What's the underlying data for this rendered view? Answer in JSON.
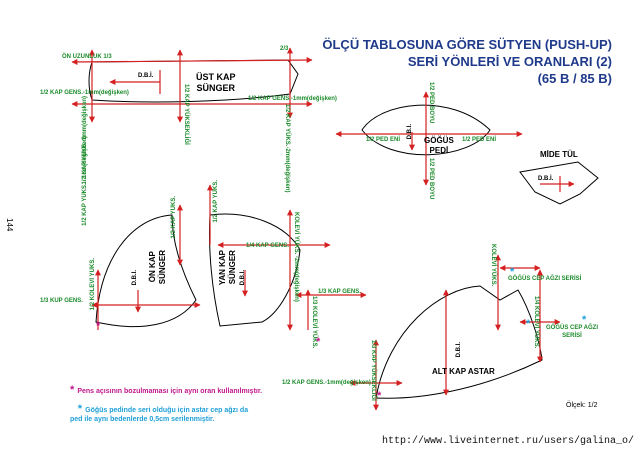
{
  "page_number": "144",
  "title": {
    "line1": "ÖLÇÜ TABLOSUNA GÖRE SÜTYEN (PUSH-UP)",
    "line2": "SERİ YÖNLERİ VE ORANLARI (2)",
    "line3": "(65 B  /  85 B)"
  },
  "pieces": {
    "ust_kap": "ÜST KAP\nSÜNGER",
    "gogus_pedi": "GÖĞÜS\nPEDİ",
    "mide_tul": "MİDE TÜL",
    "on_kap": "ÖN KAP\nSÜNGER",
    "yan_kap": "YAN KAP\nSÜNGER",
    "alt_kap": "ALT KAP ASTAR"
  },
  "dbi": "D.B.İ.",
  "labels": {
    "on_uzunluk": "ÖN UZUNLUK 1/3",
    "two_thirds": "2/3",
    "kap_gens_left": "1/2 KAP GENS.-1mm(değişken)",
    "kap_gens_right": "1/2 KAP GENS.-1mm(değişken)",
    "kap_yuk": "1/2 KAP YÜKS.-1mm(değişken)",
    "kap_yuksekligi": "1/2 KAP YÜKSEKLİĞİ",
    "kap_yuks_2mm": "1/2 KAP YÜKS.-2mm(değişken)",
    "ped_boyu_top": "1/2 PED BOYU",
    "ped_boyu_bottom": "1/2 PED BOYU",
    "ped_eni_left": "1/2 PED ENİ",
    "ped_eni_right": "1/2 PED ENİ",
    "on_kap_yuks": "1/2 KAP YÜKS.",
    "kolevi_yuks_left": "1/2 KOLEVİ YÜKS.",
    "kup_gens": "1/3 KUP GENS.",
    "kap_yuks_1cm": "1/2 KAP YÜKS. - 1cm(değişken)",
    "yan_kap_yuks": "1/2 KAP YÜKS.",
    "kolevi_yuks_2mm": "KOLEVİ YÜKS. -2mm(değişken)",
    "quarter_kap_gens": "1/4 KAP GENS.",
    "kap_gens_3": "1/3 KAP GENS.",
    "kolevi_yuks_3": "1/3 KOLEVİ YÜKS.",
    "kolevi_yuks_alt": "KOLEVİ YÜKS.",
    "gogus_cep_1": "GÖĞÜS CEP AĞZI SERİSİ",
    "kolevi_yuks_q": "1/4 KOLEVİ YÜKS.",
    "gogus_cep_2": "GÖĞÜS CEP AĞZI\nSERİSİ",
    "alt_kap_yuks": "1/3 KAP YÜKSEKLİĞİ",
    "alt_kap_gens": "1/2 KAP GENS.-1mm(değişken)"
  },
  "notes": {
    "magenta": "Pens açısının bozulmaması için aynı oran kullanılmıştır.",
    "cyan": "Göğüs pedinde seri olduğu için astar cep ağzı da\nped ile aynı bedenlerde 0,5cm serilenmiştir."
  },
  "scale": "Ölçek: 1/2",
  "watermark": "http://www.liveinternet.ru/users/galina_o/",
  "colors": {
    "title": "#1f3a8a",
    "label": "#1a8a2a",
    "arrow": "#d42020",
    "magenta": "#c0178a",
    "cyan": "#1fa0d8"
  }
}
